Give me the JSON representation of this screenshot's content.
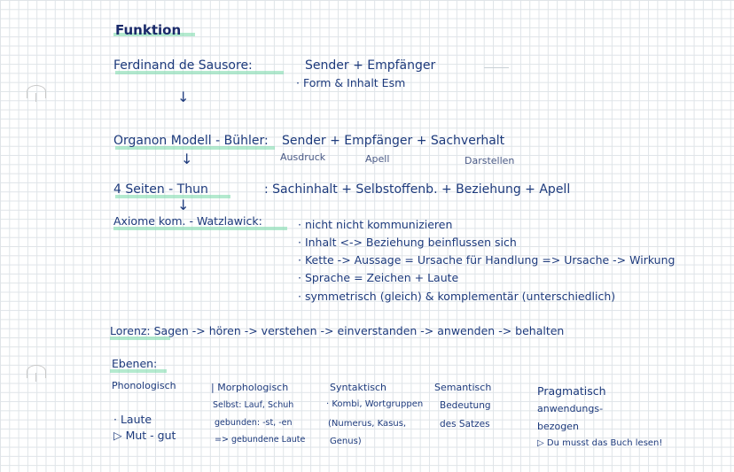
{
  "title": "Funktion",
  "saussure": {
    "name": "Ferdinand de Sausore:",
    "text": "Sender + Empfänger",
    "sub": "· Form & Inhalt Esm"
  },
  "arrows": {
    "down": "↓"
  },
  "organon": {
    "name": "Organon Modell - Bühler:",
    "text": "Sender + Empfänger + Sachverhalt",
    "labels": [
      "Ausdruck",
      "Apell",
      "Darstellen"
    ]
  },
  "thun": {
    "name": "4 Seiten - Thun",
    "text": ": Sachinhalt + Selbstoffenb. + Beziehung + Apell"
  },
  "watzlawick": {
    "name": "Axiome kom. - Watzlawick:",
    "items": [
      "· nicht nicht kommunizieren",
      "· Inhalt <-> Beziehung beinflussen sich",
      "· Kette -> Aussage = Ursache für Handlung => Ursache -> Wirkung",
      "· Sprache = Zeichen + Laute",
      "· symmetrisch (gleich) & komplementär (unterschiedlich)"
    ]
  },
  "lorenz": {
    "text": "Lorenz: Sagen -> hören -> verstehen -> einverstanden -> anwenden -> behalten"
  },
  "ebenen": {
    "heading": "Ebenen:",
    "columns": [
      {
        "head": "Phonologisch",
        "lines": [
          "· Laute",
          "▷ Mut - gut"
        ]
      },
      {
        "head": "| Morphologisch",
        "lines": [
          "Selbst: Lauf, Schuh",
          "gebunden: -st, -en",
          "=> gebundene Laute"
        ]
      },
      {
        "head": "Syntaktisch",
        "lines": [
          "· Kombi, Wortgruppen",
          "(Numerus, Kasus,",
          "Genus)"
        ]
      },
      {
        "head": "Semantisch",
        "lines": [
          "Bedeutung",
          "des Satzes"
        ]
      },
      {
        "head": "Pragmatisch",
        "lines": [
          "anwendungs-",
          "bezogen",
          "▷ Du musst das Buch lesen!"
        ]
      }
    ]
  }
}
